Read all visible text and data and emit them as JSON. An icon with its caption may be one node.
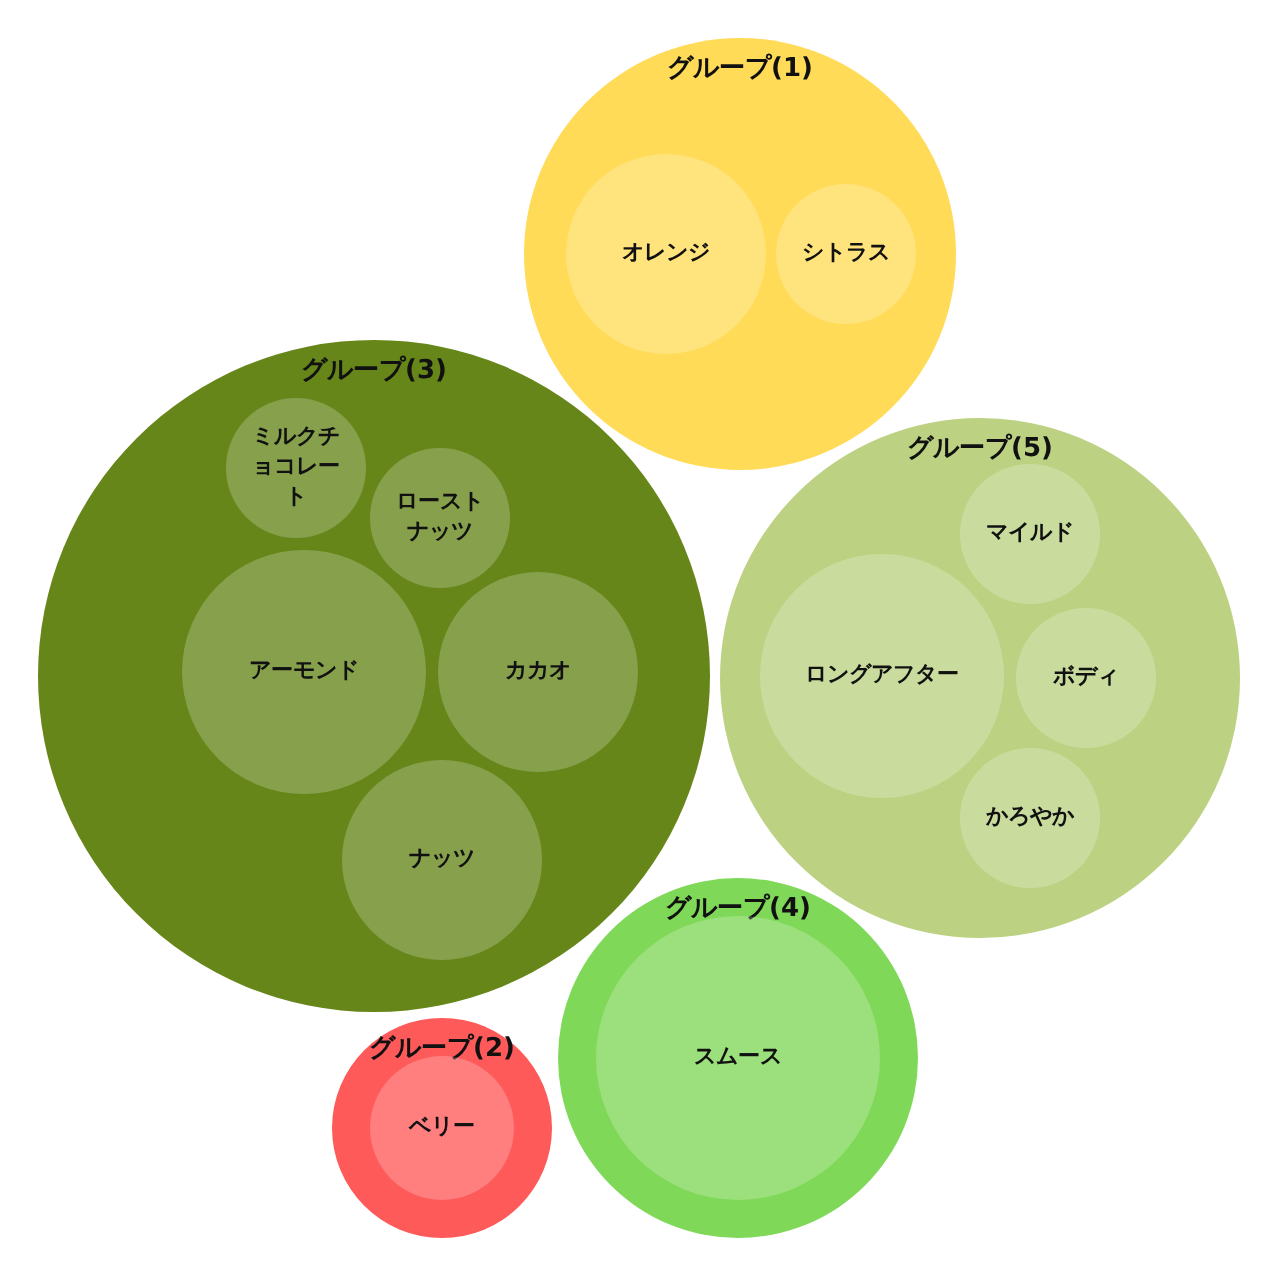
{
  "diagram": {
    "nodes": [
      {
        "text": [
          "グループ(1)"
        ]
      },
      {
        "text": [
          "オレンジ"
        ],
        "in": 0
      },
      {
        "text": [
          "シトラス"
        ],
        "in": 0
      },
      {
        "text": [
          "グループ(3)"
        ]
      },
      {
        "text": [
          "ミルクチョコレート"
        ],
        "in": 3
      },
      {
        "text": [
          "ローストナッツ"
        ],
        "in": 3
      },
      {
        "text": [
          "アーモンド"
        ],
        "in": 3
      },
      {
        "text": [
          "カカオ"
        ],
        "in": 3
      },
      {
        "text": [
          "ナッツ"
        ],
        "in": 3
      },
      {
        "text": [
          "グループ(5)"
        ]
      },
      {
        "text": [
          "マイルド"
        ],
        "in": 9
      },
      {
        "text": [
          "ロングアフター"
        ],
        "in": 9
      },
      {
        "text": [
          "ボディ"
        ],
        "in": 9
      },
      {
        "text": [
          "かろやか"
        ],
        "in": 9
      },
      {
        "text": [
          "グループ(4)"
        ]
      },
      {
        "text": [
          "スムース"
        ],
        "in": 14
      },
      {
        "text": [
          "グループ(2)"
        ]
      },
      {
        "text": [
          "ベリー"
        ],
        "in": 16
      }
    ]
  }
}
